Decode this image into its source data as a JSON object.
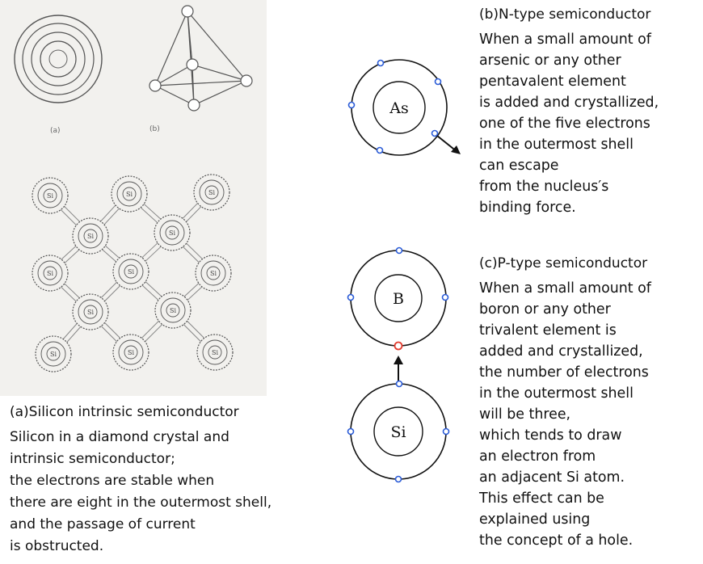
{
  "figure": {
    "scan_labels": {
      "a": "(a)",
      "b": "(b)",
      "lattice_atom": "Si"
    },
    "atoms": {
      "as": "As",
      "b": "B",
      "si": "Si"
    },
    "colors": {
      "electron": "#2a5bd7",
      "hole": "#e23b2e",
      "ink": "#111111",
      "scan_background": "#f2f1ee"
    }
  },
  "captions": {
    "a": {
      "title": "(a)Silicon intrinsic semiconductor",
      "lines": [
        "Silicon in a diamond crystal and",
        "intrinsic semiconductor;",
        "the electrons are stable when",
        "there are eight in the outermost shell,",
        "and the passage of current",
        "is obstructed."
      ]
    },
    "b": {
      "title": "(b)N-type semiconductor",
      "lines": [
        "When a small amount of",
        "arsenic or any other",
        "pentavalent element",
        "is added and crystallized,",
        "one of the five electrons",
        "in the outermost shell",
        "can escape",
        "from the nucleus′s",
        "binding force."
      ]
    },
    "c": {
      "title": "(c)P-type semiconductor",
      "lines": [
        "When a small amount of",
        "boron or any other",
        "trivalent element is",
        "added and crystallized,",
        "the number of electrons",
        "in the outermost shell",
        "will be three,",
        "which tends to draw",
        "an electron from",
        "an adjacent Si atom.",
        "This effect can be",
        "explained using",
        "the concept of a hole."
      ]
    }
  }
}
